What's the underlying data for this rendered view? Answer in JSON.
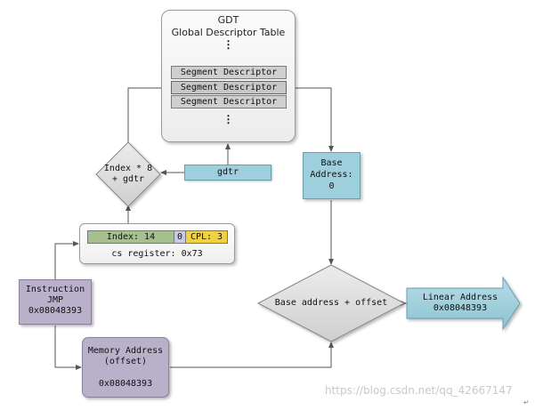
{
  "gdt": {
    "title": "GDT",
    "subtitle": "Global Descriptor Table",
    "dots": "⋮",
    "segments": [
      "Segment Descriptor",
      "Segment Descriptor",
      "Segment Descriptor"
    ]
  },
  "base": {
    "line1": "Base",
    "line2": "Address:",
    "line3": "0"
  },
  "gdtr": {
    "label": "gdtr"
  },
  "index_node": {
    "line1": "Index * 8",
    "line2": "+ gdtr"
  },
  "cs": {
    "index": "Index: 14",
    "ti": "0",
    "cpl": "CPL: 3",
    "caption": "cs register: 0x73"
  },
  "instruction": {
    "line1": "Instruction",
    "line2": "JMP",
    "line3": "0x08048393"
  },
  "memory": {
    "line1": "Memory Address",
    "line2": "(offset)",
    "line3": "0x08048393"
  },
  "sum_node": {
    "label": "Base address + offset"
  },
  "linear": {
    "line1": "Linear Address",
    "line2": "0x08048393"
  },
  "watermark": "https://blog.csdn.net/qq_42667147",
  "return_mark": "↵",
  "colors": {
    "teal": "#9ecfdc",
    "purple": "#b9b0c9",
    "gray_diamond": "#d9d9d9",
    "index_green": "#a7c08f",
    "ti_blue": "#c9c8e6",
    "cpl_yellow": "#f2d140"
  }
}
